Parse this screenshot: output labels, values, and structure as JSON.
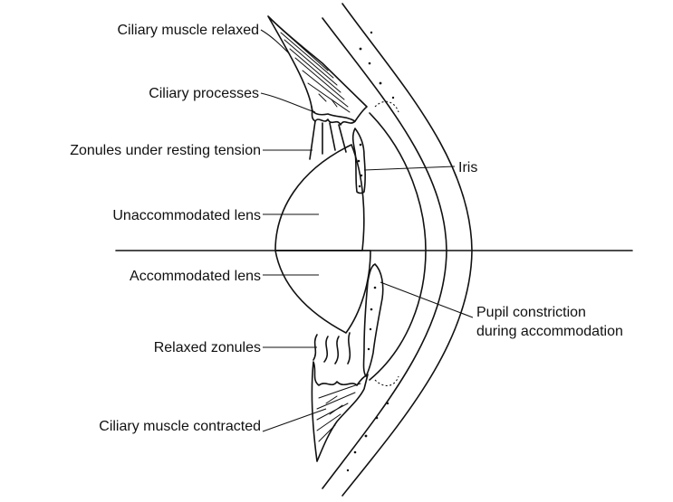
{
  "labels": {
    "ciliary_muscle_relaxed": "Ciliary muscle relaxed",
    "ciliary_processes": "Ciliary processes",
    "zonules_resting": "Zonules under resting tension",
    "iris": "Iris",
    "unaccommodated_lens": "Unaccommodated lens",
    "accommodated_lens": "Accommodated lens",
    "pupil_constriction_1": "Pupil constriction",
    "pupil_constriction_2": "during accommodation",
    "relaxed_zonules": "Relaxed zonules",
    "ciliary_muscle_contracted": "Ciliary muscle contracted"
  },
  "colors": {
    "ink": "#111111",
    "background": "#ffffff"
  }
}
